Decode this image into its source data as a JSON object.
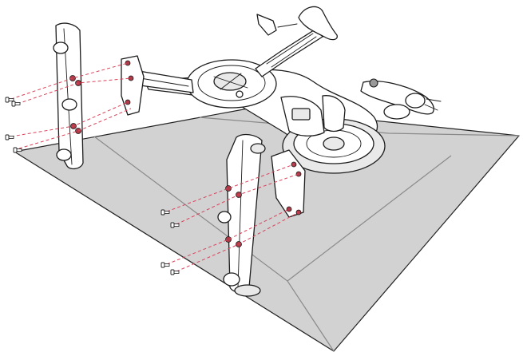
{
  "diagram": {
    "kind": "exploded assembly illustration",
    "colors": {
      "background": "#ffffff",
      "mat": "#d2d2d2",
      "outline": "#1c1c1c",
      "guide_line": "#d9435a",
      "bolt_hole": "#b03a48"
    },
    "parts": {
      "bike_frame": "bike-frame",
      "front_stabilizer": "front-stabilizer",
      "rear_stabilizer": "rear-stabilizer",
      "bolts_per_stabilizer": 4
    }
  }
}
